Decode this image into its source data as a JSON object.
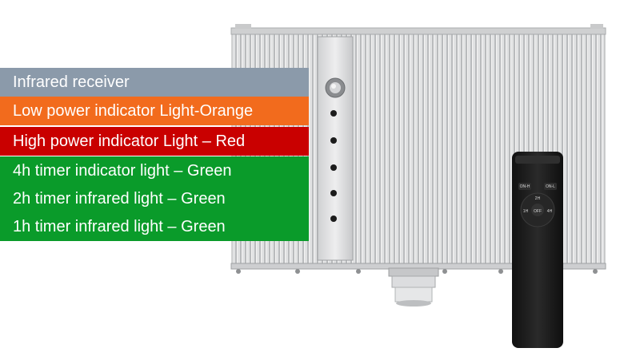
{
  "legend": {
    "rows": [
      {
        "label": "Infrared receiver",
        "color": "#8b9aaa"
      },
      {
        "label": "Low power indicator Light-Orange",
        "color": "#f26b1d"
      },
      {
        "label": "High power indicator Light – Red",
        "color": "#c90000"
      },
      {
        "label": "4h timer indicator light – Green",
        "color": "#0a9b2a"
      },
      {
        "label": "2h timer infrared light – Green",
        "color": "#0a9b2a"
      },
      {
        "label": "1h timer infrared light – Green",
        "color": "#0a9b2a"
      }
    ]
  },
  "remote": {
    "buttons": [
      "ON-H",
      "ON-L",
      "2H",
      "1H",
      "OFF",
      "4H"
    ]
  },
  "colors": {
    "housing": "#d9dadb",
    "remote_body": "#1f1f1f"
  }
}
